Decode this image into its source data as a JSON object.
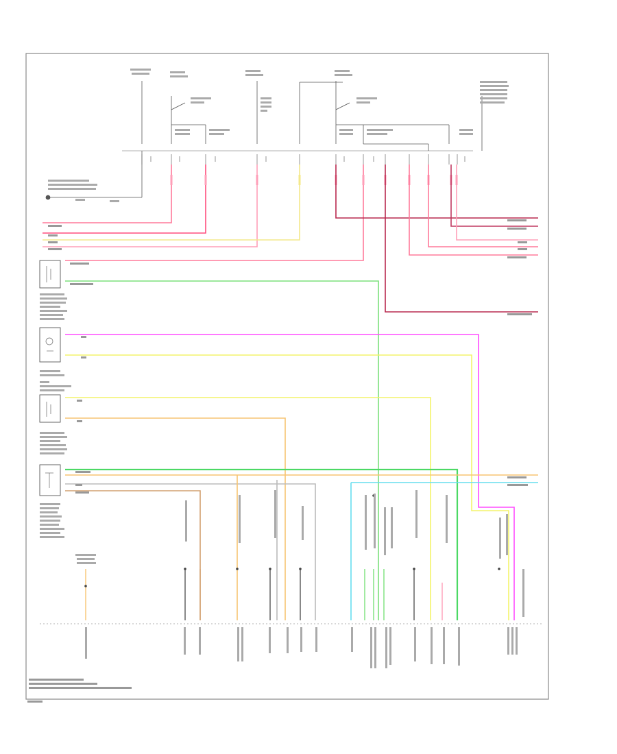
{
  "diagram": {
    "colors": {
      "border": "#888888",
      "wire_red": "#ff7a9a",
      "wire_dark_red": "#b8284e",
      "wire_pink": "#ff9fb8",
      "wire_green": "#4cd964",
      "wire_light_green": "#7be07b",
      "wire_magenta": "#ff4dff",
      "wire_yellow": "#f4f46a",
      "wire_orange": "#f7c472",
      "wire_cyan": "#66ddee",
      "wire_tan": "#d2a070",
      "wire_gray": "#bbbbbb",
      "wire_black": "#444444"
    },
    "fuse_groups": [
      {
        "id": "f1"
      },
      {
        "id": "f2"
      },
      {
        "id": "f3"
      },
      {
        "id": "f4"
      }
    ],
    "components": [
      {
        "id": "c1"
      },
      {
        "id": "c2"
      },
      {
        "id": "c3"
      },
      {
        "id": "c4"
      }
    ],
    "module_pin_count": 48
  }
}
